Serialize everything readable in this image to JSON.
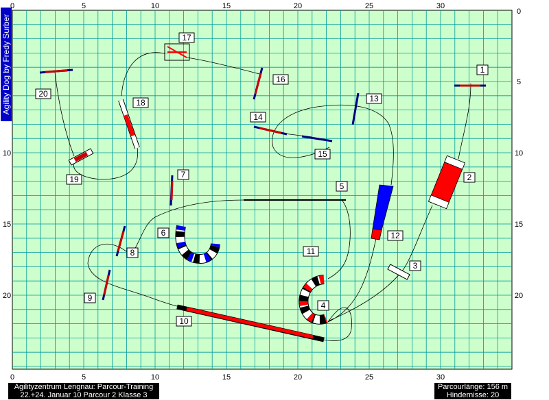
{
  "side_banner": "Agility Dog by Fredy Surber",
  "axis": {
    "x_ticks": [
      "0",
      "5",
      "10",
      "15",
      "20",
      "25",
      "30"
    ],
    "y_ticks": [
      "5",
      "10",
      "15",
      "20"
    ]
  },
  "obstacle_numbers": [
    "1",
    "2",
    "3",
    "4",
    "5",
    "6",
    "7",
    "8",
    "9",
    "10",
    "11",
    "12",
    "13",
    "14",
    "15",
    "16",
    "17",
    "18",
    "19",
    "20"
  ],
  "footer_left": {
    "line1": "Agilityzentrum Lengnau:  Parcour-Training",
    "line2": "22.+24. Januar 10  Parcour 2 Klasse 3"
  },
  "footer_right": {
    "line1": "Parcourlänge: 156 m",
    "line2": "Hindernisse: 20"
  },
  "colors": {
    "field": "#ccffcc",
    "grid": "#009999",
    "jump_bar": "#cc0000",
    "jump_stand": "#000080",
    "tunnel_red": "#ff0000",
    "tunnel_blue": "#0000ff",
    "path": "#000000"
  }
}
